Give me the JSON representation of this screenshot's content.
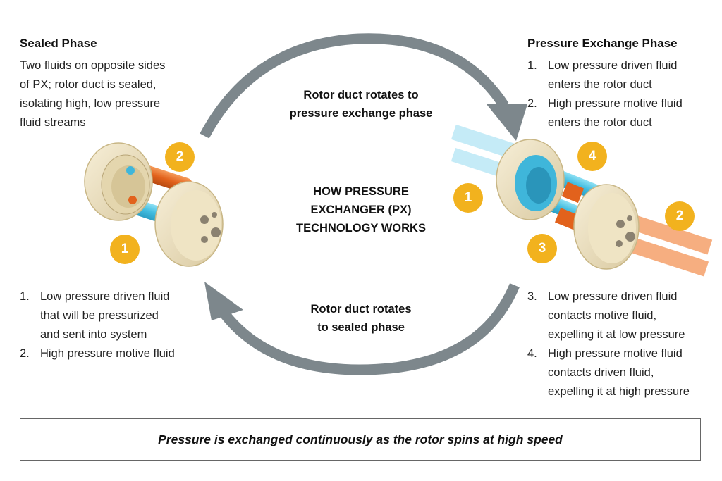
{
  "left": {
    "heading": "Sealed Phase",
    "description": [
      "Two fluids on opposite sides",
      "of PX; rotor duct is sealed,",
      "isolating high, low pressure",
      "fluid streams"
    ],
    "list": [
      {
        "num": "1.",
        "lines": [
          "Low pressure driven fluid",
          "that will be pressurized",
          "and sent into system"
        ]
      },
      {
        "num": "2.",
        "lines": [
          "High pressure motive fluid"
        ]
      }
    ],
    "badges": [
      "1",
      "2"
    ]
  },
  "right": {
    "heading": "Pressure Exchange Phase",
    "top_list": [
      {
        "num": "1.",
        "lines": [
          "Low pressure driven fluid",
          "enters the rotor duct"
        ]
      },
      {
        "num": "2.",
        "lines": [
          "High pressure motive fluid",
          "enters the rotor duct"
        ]
      }
    ],
    "bottom_list": [
      {
        "num": "3.",
        "lines": [
          "Low pressure driven fluid",
          "contacts motive fluid,",
          "expelling it at low pressure"
        ]
      },
      {
        "num": "4.",
        "lines": [
          "High pressure motive fluid",
          "contacts driven fluid,",
          "expelling it at high pressure"
        ]
      }
    ],
    "badges": [
      "1",
      "2",
      "3",
      "4"
    ]
  },
  "center": {
    "top_arrow_label": [
      "Rotor duct rotates to",
      "pressure exchange phase"
    ],
    "title": [
      "HOW PRESSURE",
      "EXCHANGER (PX)",
      "TECHNOLOGY WORKS"
    ],
    "bottom_arrow_label": [
      "Rotor duct rotates",
      "to sealed phase"
    ]
  },
  "footer": "Pressure is exchanged continuously as the rotor spins at high speed",
  "colors": {
    "badge": "#f2b21e",
    "arrow": "#7d878c",
    "ceramic": "#efe4c4",
    "blue_fluid": "#4fc6e6",
    "orange_fluid": "#ea6a20"
  }
}
